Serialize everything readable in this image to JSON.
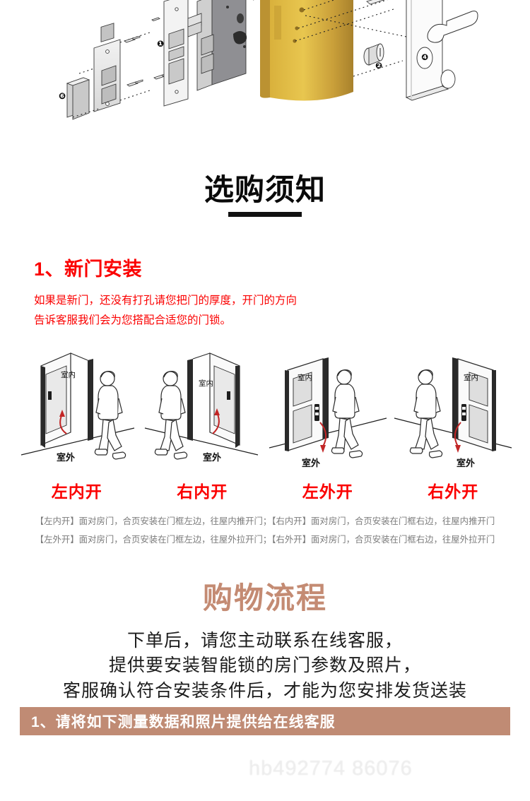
{
  "hero": {
    "alt": "exploded-view-diagram-of-mortise-door-lock",
    "callouts": [
      {
        "id": "1",
        "label": "1"
      },
      {
        "id": "2",
        "label": "2"
      },
      {
        "id": "4",
        "label": "4"
      },
      {
        "id": "6",
        "label": "6"
      }
    ]
  },
  "section": {
    "title": "选购须知"
  },
  "new_door": {
    "heading": "1、新门安装",
    "body_line1": "如果是新门，还没有打孔请您把门的厚度，开门的方向",
    "body_line2": "告诉客服我们会为您搭配合适您的门锁。"
  },
  "doors": [
    {
      "name": "left-inward",
      "label": "左内开",
      "indoor_text": "室内",
      "outdoor_text": "室外",
      "hinge_side": "left",
      "swing": "inward"
    },
    {
      "name": "right-inward",
      "label": "右内开",
      "indoor_text": "室内",
      "outdoor_text": "室外",
      "hinge_side": "right",
      "swing": "inward"
    },
    {
      "name": "left-outward",
      "label": "左外开",
      "indoor_text": "室内",
      "outdoor_text": "室外",
      "hinge_side": "left",
      "swing": "outward"
    },
    {
      "name": "right-outward",
      "label": "右外开",
      "indoor_text": "室内",
      "outdoor_text": "室外",
      "hinge_side": "right",
      "swing": "outward"
    }
  ],
  "explain": {
    "line1": "【左内开】面对房门，合页安装在门框左边，往屋内推开门；【右内开】面对房门，合页安装在门框右边，往屋内推开门",
    "line2": "【左外开】面对房门，合页安装在门框左边，往屋外拉开门；【右外开】面对房门，合页安装在门框右边，往屋外拉开门"
  },
  "shopping": {
    "title": "购物流程",
    "line1": "下单后，请您主动联系在线客服，",
    "line2": "提供要安装智能锁的房门参数及照片，",
    "line3": "客服确认符合安装条件后，才能为您安排发货送装"
  },
  "banner": {
    "text": "1、请将如下测量数据和照片提供给在线客服"
  },
  "watermark": {
    "text": "hb492774 86076"
  },
  "colors": {
    "red": "#fb0000",
    "brown": "#c08b74",
    "title_brown": "#c48b73",
    "gray_text": "#7b7b7b",
    "black": "#0a0a0a"
  }
}
